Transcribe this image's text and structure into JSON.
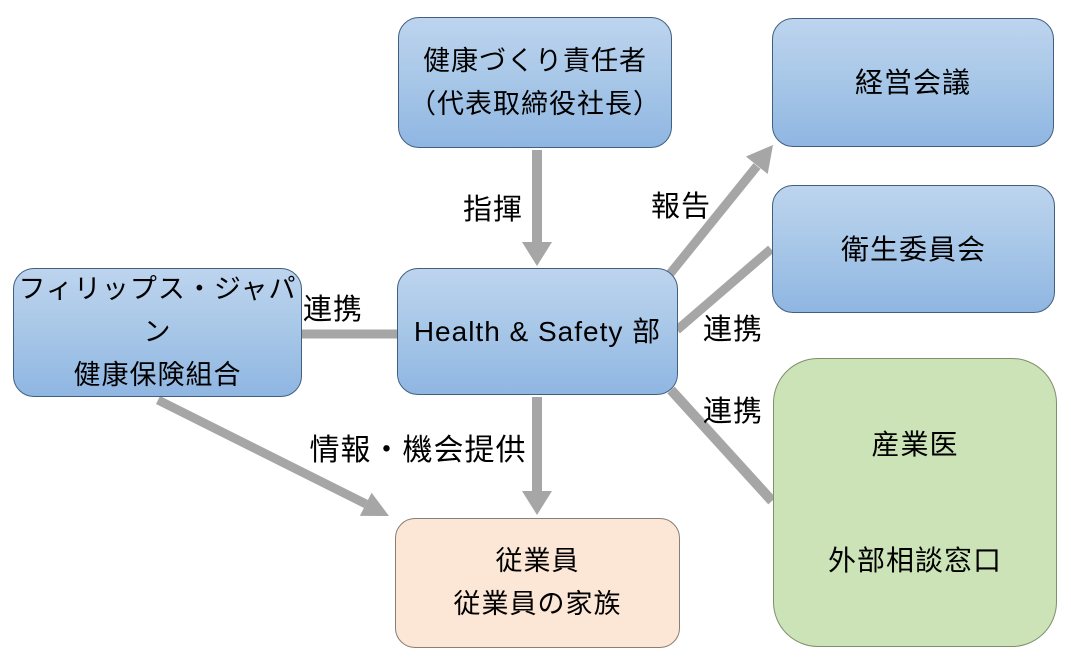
{
  "diagram": {
    "background": "#ffffff",
    "nodes": {
      "health_leader": {
        "lines": [
          "健康づくり責任者",
          "（代表取締役社長）"
        ]
      },
      "management_meeting": {
        "label": "経営会議"
      },
      "hygiene_committee": {
        "label": "衛生委員会"
      },
      "insurance_union": {
        "lines": [
          "フィリップス・ジャパン",
          "健康保険組合"
        ]
      },
      "hs_department": {
        "label": "Health & Safety 部"
      },
      "occupational_support": {
        "lines": [
          "産業医",
          "外部相談窓口"
        ]
      },
      "employees": {
        "lines": [
          "従業員",
          "従業員の家族"
        ]
      }
    },
    "edge_labels": {
      "command": "指揮",
      "report": "報告",
      "coop_insurance": "連携",
      "coop_committee": "連携",
      "coop_support": "連携",
      "info_opportunity": "情報・機会提供"
    },
    "colors": {
      "blue_node_top": "#bdd4ee",
      "blue_node_bottom": "#8fb6e2",
      "blue_node_border": "#41607f",
      "green_node_fill": "#cbe3b6",
      "green_node_border": "#7e906c",
      "peach_node_fill": "#fce6d6",
      "peach_node_border": "#8a7f76",
      "connector": "#a6a6a6",
      "text": "#000000"
    }
  }
}
